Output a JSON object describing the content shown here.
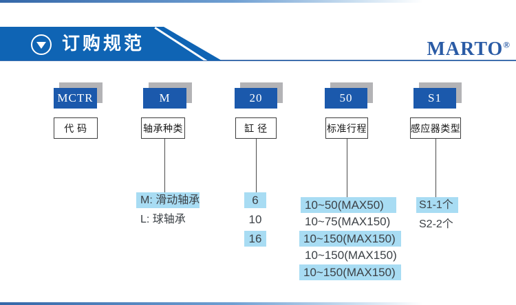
{
  "header": {
    "title": "订购规范",
    "brand": "MARTO",
    "brand_reg": "®",
    "marker_icon": "triangle-down-icon"
  },
  "colors": {
    "banner_blue": "#0f64b4",
    "code_box_blue": "#1b59ac",
    "shadow_gray": "#b3b3b6",
    "highlight_blue": "#a8dcf3",
    "brand_navy": "#2a5ba5",
    "divider_blue": "#3f6fae"
  },
  "columns": [
    {
      "code": "MCTR",
      "label": "代 码",
      "options": []
    },
    {
      "code": "M",
      "label": "轴承种类",
      "options": [
        {
          "text": "M: 滑动轴承",
          "highlighted": true
        },
        {
          "text": "L: 球轴承",
          "highlighted": false
        }
      ]
    },
    {
      "code": "20",
      "label": "缸 径",
      "options": [
        {
          "text": "6",
          "highlighted": true
        },
        {
          "text": "10",
          "highlighted": false
        },
        {
          "text": "16",
          "highlighted": true
        }
      ]
    },
    {
      "code": "50",
      "label": "标准行程",
      "options": [
        {
          "text": "10~50(MAX50)",
          "highlighted": true
        },
        {
          "text": "10~75(MAX150)",
          "highlighted": false
        },
        {
          "text": "10~150(MAX150)",
          "highlighted": true
        },
        {
          "text": "10~150(MAX150)",
          "highlighted": false
        },
        {
          "text": "10~150(MAX150)",
          "highlighted": true
        }
      ]
    },
    {
      "code": "S1",
      "label": "感应器类型",
      "options": [
        {
          "text": "S1-1个",
          "highlighted": true
        },
        {
          "text": "S2-2个",
          "highlighted": false
        }
      ]
    }
  ]
}
